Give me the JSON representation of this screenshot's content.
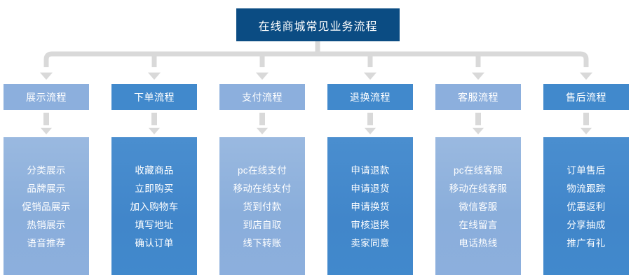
{
  "diagram": {
    "type": "flowchart",
    "title": "在线商城常见业务流程",
    "title_color": "#0b4c83",
    "connector_color": "#d9d9d9",
    "shade_light_color": "#8cafdd",
    "shade_dark_color": "#4189cc",
    "columns": [
      {
        "header": "展示流程",
        "shade": "light",
        "items": [
          "分类展示",
          "品牌展示",
          "促销品展示",
          "热销展示",
          "语音推荐"
        ]
      },
      {
        "header": "下单流程",
        "shade": "dark",
        "items": [
          "收藏商品",
          "立即购买",
          "加入购物车",
          "填写地址",
          "确认订单"
        ]
      },
      {
        "header": "支付流程",
        "shade": "light",
        "items": [
          "pc在线支付",
          "移动在线支付",
          "货到付款",
          "到店自取",
          "线下转账"
        ]
      },
      {
        "header": "退换流程",
        "shade": "dark",
        "items": [
          "申请退款",
          "申请退货",
          "申请换货",
          "审核退换",
          "卖家同意"
        ]
      },
      {
        "header": "客服流程",
        "shade": "light",
        "items": [
          "pc在线客服",
          "移动在线客服",
          "微信客服",
          "在线留言",
          "电话热线"
        ]
      },
      {
        "header": "售后流程",
        "shade": "dark",
        "items": [
          "订单售后",
          "物流跟踪",
          "优惠返利",
          "分享抽成",
          "推广有礼"
        ]
      }
    ]
  }
}
